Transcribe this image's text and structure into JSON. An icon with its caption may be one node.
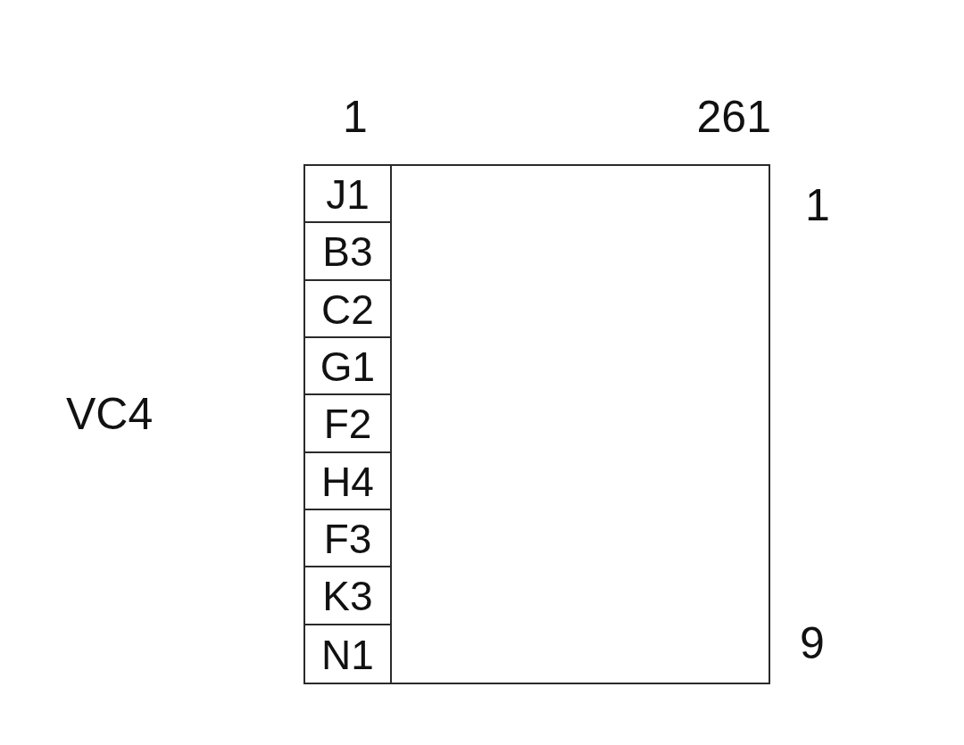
{
  "diagram": {
    "nodes": [
      {
        "text": [],
        "shape": "box"
      },
      {
        "text": [
          "J1"
        ],
        "in": 0
      },
      {
        "text": [
          "B3"
        ],
        "in": 0
      },
      {
        "text": [
          "C2"
        ],
        "in": 0
      },
      {
        "text": [
          "G1"
        ],
        "in": 0
      },
      {
        "text": [
          "F2"
        ],
        "in": 0
      },
      {
        "text": [
          "H4"
        ],
        "in": 0
      },
      {
        "text": [
          "F3"
        ],
        "in": 0
      },
      {
        "text": [
          "K3"
        ],
        "in": 0
      },
      {
        "text": [
          "N1"
        ],
        "in": 0
      }
    ],
    "labels": [
      "1",
      "261",
      "1",
      "VC4",
      "9"
    ]
  }
}
